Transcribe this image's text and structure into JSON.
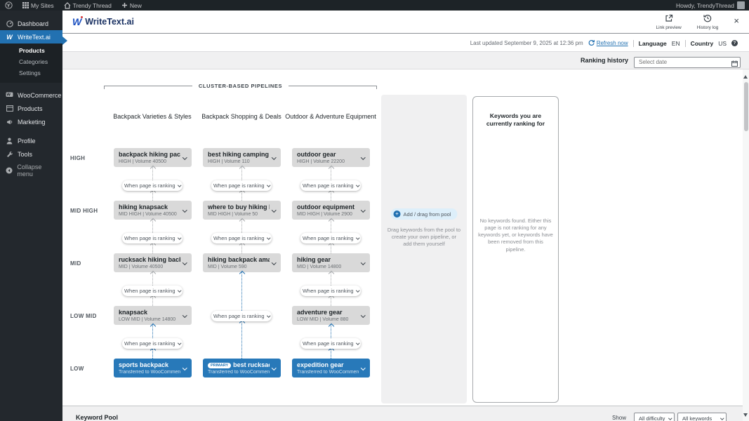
{
  "admin_bar": {
    "my_sites": "My Sites",
    "site_name": "Trendy Thread",
    "new_label": "New",
    "howdy": "Howdy, TrendyThread"
  },
  "sidebar": {
    "dashboard": "Dashboard",
    "writetext": "WriteText.ai",
    "sub_products": "Products",
    "categories": "Categories",
    "settings": "Settings",
    "woocommerce": "WooCommerce",
    "products": "Products",
    "marketing": "Marketing",
    "profile": "Profile",
    "tools": "Tools",
    "collapse": "Collapse menu"
  },
  "header": {
    "app_name": "WriteText.ai",
    "link_preview": "Link preview",
    "history_log": "History log",
    "close": "×"
  },
  "meta": {
    "last_updated": "Last updated September 9, 2025 at 12:36 pm",
    "refresh": "Refresh now",
    "language_label": "Language",
    "language": "EN",
    "country_label": "Country",
    "country": "US",
    "help": "?"
  },
  "ranking_bar": {
    "label": "Ranking history",
    "placeholder": "Select date"
  },
  "pipelines": {
    "section_title": "CLUSTER-BASED PIPELINES",
    "rows": [
      "HIGH",
      "MID HIGH",
      "MID",
      "LOW MID",
      "LOW"
    ],
    "pill": "When page is ranking",
    "columns": [
      {
        "header": "Backpack Varieties & Styles",
        "cards": [
          {
            "title": "backpack hiking pack",
            "meta": "HIGH | Volume 40500"
          },
          {
            "title": "hiking knapsack",
            "meta": "MID HIGH | Volume 40500"
          },
          {
            "title": "rucksack hiking backpack",
            "meta": "MID | Volume 40500"
          },
          {
            "title": "knapsack",
            "meta": "LOW MID | Volume 14800"
          },
          {
            "title": "sports backpack",
            "meta": "Transferred to WooCommerce"
          }
        ]
      },
      {
        "header": "Backpack Shopping & Deals",
        "cards": [
          {
            "title": "best hiking camping back...",
            "meta": "HIGH | Volume 110"
          },
          {
            "title": "where to buy hiking backp...",
            "meta": "MID HIGH | Volume 50"
          },
          {
            "title": "hiking backpack amazon",
            "meta": "MID | Volume 590"
          },
          {
            "badge": "PRIMARY",
            "title": "best rucksack for ...",
            "meta": "Transferred to WooCommerce"
          }
        ]
      },
      {
        "header": "Outdoor & Adventure Equipment",
        "cards": [
          {
            "title": "outdoor gear",
            "meta": "HIGH | Volume 22200"
          },
          {
            "title": "outdoor equipment",
            "meta": "MID HIGH | Volume 2900"
          },
          {
            "title": "hiking gear",
            "meta": "MID | Volume 14800"
          },
          {
            "title": "adventure gear",
            "meta": "LOW MID | Volume 880"
          },
          {
            "title": "expedition gear",
            "meta": "Transferred to WooCommerce"
          }
        ]
      }
    ]
  },
  "pool": {
    "add_button": "Add / drag from pool",
    "hint": "Drag keywords from the pool to create your own pipeline, or add them yourself"
  },
  "ranking_panel": {
    "title": "Keywords you are currently ranking for",
    "empty": "No keywords found. Either this page is not ranking for any keywords yet, or keywords have been removed from this pipeline."
  },
  "footer": {
    "title": "Keyword Pool",
    "show_label": "Show",
    "filter1": "All difficulty",
    "filter2": "All keywords"
  },
  "colors": {
    "accent": "#2271b1",
    "card_blue": "#2879b9",
    "card_gray": "#d9d9d9",
    "admin_dark": "#1d2327"
  }
}
